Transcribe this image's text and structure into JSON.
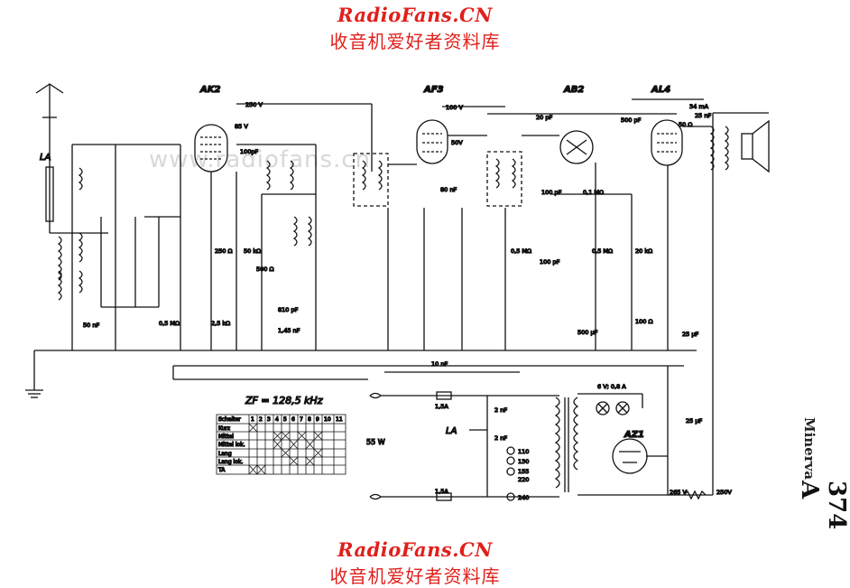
{
  "watermark": {
    "en": "RadioFans.CN",
    "cn": "收音机爱好者资料库"
  },
  "ghost_watermark": "www.radiofans.cn",
  "tubes": [
    "AK2",
    "AF3",
    "AB2",
    "AL4",
    "AZ1"
  ],
  "voltages": {
    "ak2_top": "250 V",
    "ak2_screen": "85 V",
    "af3_top": "100 V",
    "af3_screen": "50V",
    "rect_out": "265 V",
    "hv_out": "250V",
    "heater": "6 V; 0,8 A"
  },
  "if_label": "ZF = 128,5 kHz",
  "power_label": "55 W",
  "antenna_label": "LA",
  "mains_label": "LA",
  "fuses": [
    "1,5A",
    "1,5A"
  ],
  "mains_taps": [
    "110",
    "130",
    "155",
    "220",
    "240"
  ],
  "components": {
    "c20pf": "20 pF",
    "c100pf_ak2": "100pF",
    "c100pf_ab2": "100 pF",
    "c100pf_2": "100 pF",
    "r01mohm": "0,1 MΩ",
    "c500pf": "500 pF",
    "c80nf": "80 nF",
    "c10nf": "10 nF",
    "c2nf_1": "2 nF",
    "c2nf_2": "2 nF",
    "c25uf_1": "25 µF",
    "c25uf_2": "25 µF",
    "c34ma": "34 mA",
    "c25nf": "25 nF",
    "r250": "250 Ω",
    "r50k": "50 kΩ",
    "r20k": "20 kΩ",
    "r05m_1": "0,5 MΩ",
    "r05m_2": "0,5 MΩ",
    "r05m_3": "0,5 MΩ",
    "r25k": "2,5 kΩ",
    "r500": "500 Ω",
    "c810pf": "810 pF",
    "c145nf": "1,45 nF",
    "r50ohm": "50 Ω",
    "c50nf": "50 nF",
    "c500uf": "500 µF",
    "r100": "100 Ω"
  },
  "switch_table": {
    "headers": [
      "Schalter",
      "1",
      "2",
      "3",
      "4",
      "5",
      "6",
      "7",
      "8",
      "9",
      "10",
      "11"
    ],
    "rows": [
      "Kurz",
      "Mittel",
      "Mittel lok.",
      "Lang",
      "Lang lok.",
      "TA"
    ]
  },
  "model": {
    "make": "Minerva",
    "number": "374 A"
  }
}
